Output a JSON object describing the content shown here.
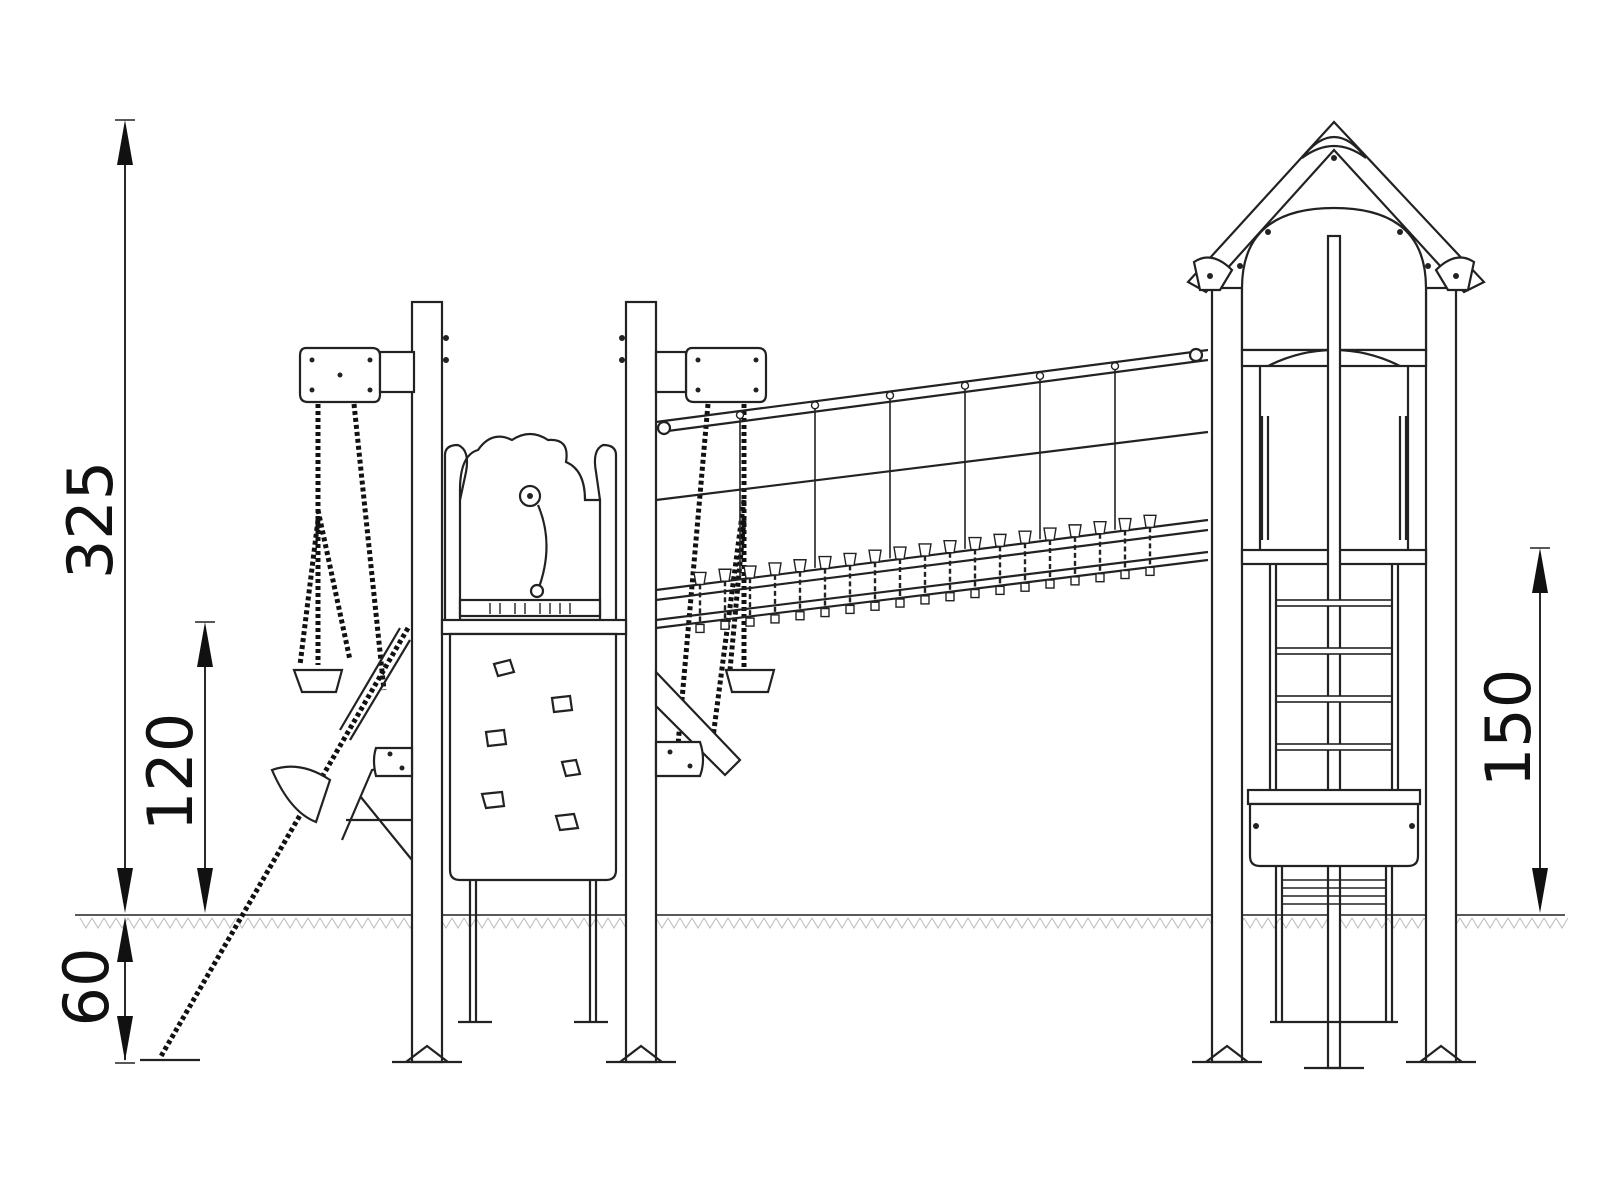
{
  "dimensions": {
    "total_height": "325",
    "platform_height_left": "120",
    "platform_height_right": "150",
    "foundation_depth": "60"
  },
  "colors": {
    "line": "#222222",
    "background": "#ffffff",
    "ground_hatch": "#bbbbbb"
  }
}
